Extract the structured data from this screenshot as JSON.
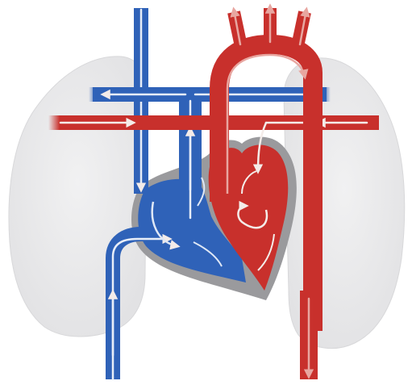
{
  "diagram": {
    "colors": {
      "background": "#ffffff",
      "lung": "#e9e9ea",
      "lung_edge": "#d8d8da",
      "heart_outline": "#9a9a9d",
      "deoxygenated_blood": "#2f62b8",
      "deoxygenated_dark": "#1f4fa3",
      "oxygenated_blood": "#c8302c",
      "oxygenated_dark": "#a8211f",
      "flow_arrow_light": "#f2e6e4",
      "flow_arrow_blue": "#dfe8f6"
    },
    "parts": [
      {
        "key": "left_lung",
        "icon": "lung-icon"
      },
      {
        "key": "right_lung",
        "icon": "lung-icon"
      },
      {
        "key": "heart",
        "icon": "heart-icon"
      },
      {
        "key": "superior_vena_cava",
        "color": "blue"
      },
      {
        "key": "inferior_vena_cava",
        "color": "blue"
      },
      {
        "key": "pulmonary_artery",
        "color": "blue"
      },
      {
        "key": "pulmonary_veins",
        "color": "red"
      },
      {
        "key": "aorta",
        "color": "red"
      },
      {
        "key": "descending_aorta",
        "color": "red"
      }
    ]
  }
}
